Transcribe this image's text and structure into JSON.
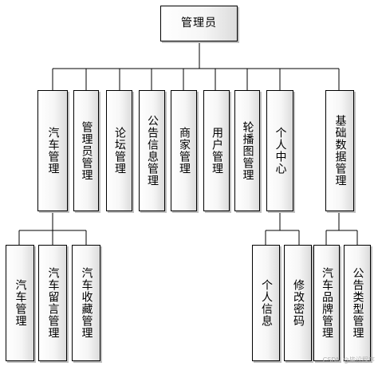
{
  "root": {
    "label": "管理员"
  },
  "level1": [
    {
      "id": "car-mgmt",
      "label": "汽车管理"
    },
    {
      "id": "admin-mgmt",
      "label": "管理员管理"
    },
    {
      "id": "forum-mgmt",
      "label": "论坛管理"
    },
    {
      "id": "notice-mgmt",
      "label": "公告信息管理"
    },
    {
      "id": "merchant-mgmt",
      "label": "商家管理"
    },
    {
      "id": "user-mgmt",
      "label": "用户管理"
    },
    {
      "id": "carousel-mgmt",
      "label": "轮播图管理"
    },
    {
      "id": "personal-center",
      "label": "个人中心"
    },
    {
      "id": "base-data-mgmt",
      "label": "基础数据管理"
    }
  ],
  "car_children": [
    {
      "id": "car-mgmt-sub",
      "label": "汽车管理"
    },
    {
      "id": "car-msg-mgmt",
      "label": "汽车留言管理"
    },
    {
      "id": "car-fav-mgmt",
      "label": "汽车收藏管理"
    }
  ],
  "personal_children": [
    {
      "id": "personal-info",
      "label": "个人信息"
    },
    {
      "id": "change-password",
      "label": "修改密码"
    }
  ],
  "base_children": [
    {
      "id": "car-brand-mgmt",
      "label": "汽车品牌管理"
    },
    {
      "id": "notice-type-mgmt",
      "label": "公告类型管理"
    }
  ],
  "watermark": "CSDN @毕设程序"
}
